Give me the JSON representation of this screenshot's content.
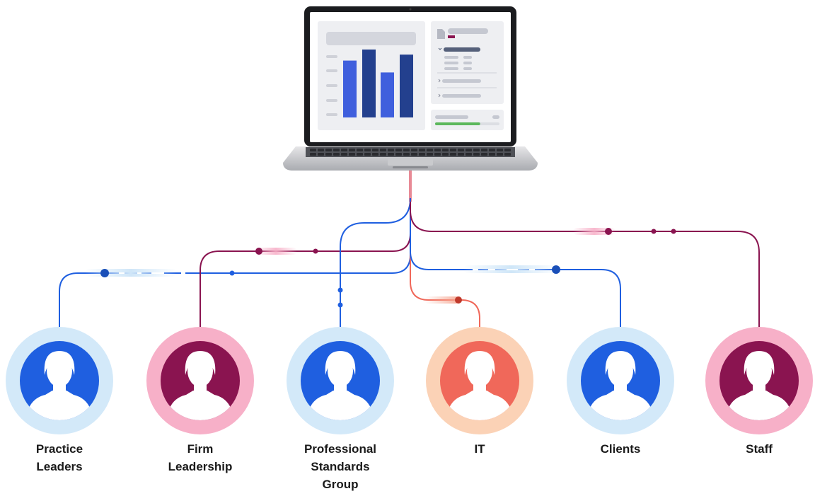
{
  "colors": {
    "blue": "#1f5fe0",
    "maroon": "#8a1450",
    "coral": "#f0685a",
    "light_blue": "#d3e9f9",
    "light_pink": "#f7b0c8",
    "light_peach": "#fbd2b6",
    "screen_bar_light": "#3f5fdd",
    "screen_bar_dark": "#23408e",
    "progress_green": "#5cb85c"
  },
  "laptop": {
    "icon": "laptop-dashboard-icon",
    "screen_bar_values": [
      0.67,
      0.8,
      0.53,
      0.74
    ],
    "progress": 0.7
  },
  "nodes": [
    {
      "id": "practice-leaders",
      "label": "Practice\nLeaders",
      "color": "blue",
      "ring": "light_blue",
      "icon": "person-silhouette-icon"
    },
    {
      "id": "firm-leadership",
      "label": "Firm\nLeadership",
      "color": "maroon",
      "ring": "light_pink",
      "icon": "person-silhouette-icon"
    },
    {
      "id": "professional-standards-group",
      "label": "Professional\nStandards\nGroup",
      "color": "blue",
      "ring": "light_blue",
      "icon": "person-silhouette-icon"
    },
    {
      "id": "it",
      "label": "IT",
      "color": "coral",
      "ring": "light_peach",
      "icon": "person-silhouette-icon"
    },
    {
      "id": "clients",
      "label": "Clients",
      "color": "blue",
      "ring": "light_blue",
      "icon": "person-silhouette-icon"
    },
    {
      "id": "staff",
      "label": "Staff",
      "color": "maroon",
      "ring": "light_pink",
      "icon": "person-silhouette-icon"
    }
  ]
}
